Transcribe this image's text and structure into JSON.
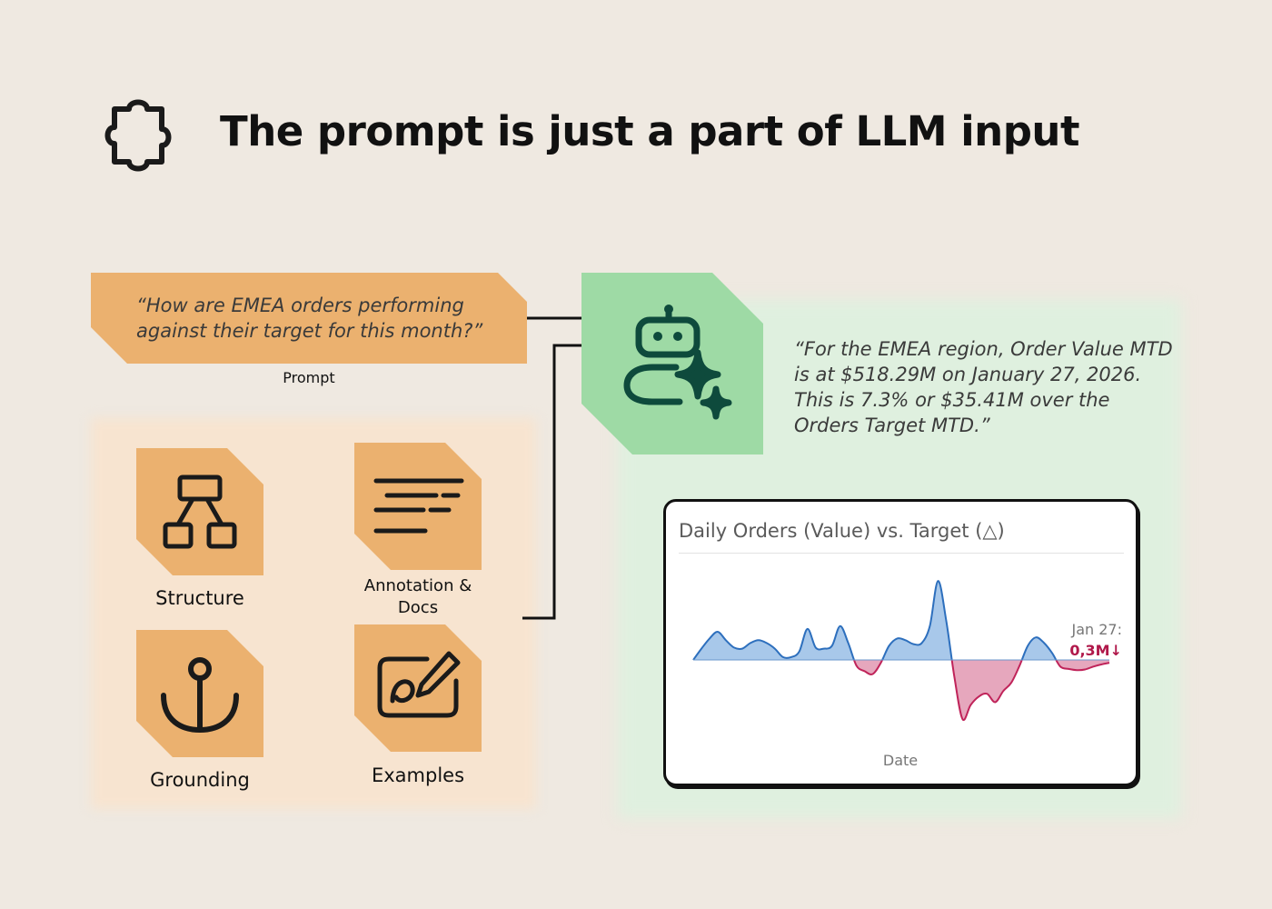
{
  "header": {
    "title": "The prompt is just a part of LLM input",
    "icon": "puzzle-piece-icon"
  },
  "prompt": {
    "text": "“How are EMEA orders performing against their target for this month?”",
    "label": "Prompt"
  },
  "context": {
    "items": [
      {
        "label": "Structure",
        "icon": "hierarchy-icon"
      },
      {
        "label": "Annotation & Docs",
        "icon": "text-lines-icon"
      },
      {
        "label": "Grounding",
        "icon": "anchor-icon"
      },
      {
        "label": "Examples",
        "icon": "pen-on-card-icon"
      }
    ]
  },
  "agent": {
    "icon": "ai-robot-sparkle-icon"
  },
  "response": {
    "text": "“For the EMEA region, Order Value MTD is at $518.29M on January 27, 2026. This is 7.3% or $35.41M over the Orders Target MTD.”"
  },
  "chart_data": {
    "type": "area",
    "title": "Daily Orders (Value) vs. Target (△)",
    "xlabel": "Date",
    "ylabel": "",
    "baseline": 0,
    "ylim": [
      -1.2,
      1.6
    ],
    "x": [
      0,
      1,
      2,
      3,
      4,
      5,
      6,
      7,
      8,
      9,
      10,
      11,
      12,
      13,
      14,
      15,
      16,
      17,
      18,
      19,
      20,
      21,
      22,
      23,
      24,
      25,
      26,
      27,
      28,
      29,
      30,
      31,
      32,
      33,
      34,
      35,
      36,
      37,
      38,
      39,
      40,
      41,
      42,
      43,
      44,
      45,
      46,
      47,
      48,
      49,
      50,
      51
    ],
    "values": [
      0.0,
      0.2,
      0.38,
      0.5,
      0.35,
      0.22,
      0.2,
      0.3,
      0.35,
      0.3,
      0.2,
      0.05,
      0.05,
      0.15,
      0.55,
      0.22,
      0.2,
      0.25,
      0.6,
      0.3,
      -0.1,
      -0.2,
      -0.25,
      -0.05,
      0.25,
      0.38,
      0.35,
      0.28,
      0.3,
      0.6,
      1.4,
      0.7,
      -0.3,
      -1.05,
      -0.8,
      -0.65,
      -0.6,
      -0.75,
      -0.55,
      -0.4,
      -0.1,
      0.25,
      0.4,
      0.3,
      0.12,
      -0.12,
      -0.16,
      -0.18,
      -0.17,
      -0.12,
      -0.08,
      -0.05
    ],
    "colors": {
      "positive_line": "#2d6fbd",
      "positive_fill": "#a8c8ea",
      "negative_line": "#c0245a",
      "negative_fill": "#e6a7bd"
    },
    "annotation": {
      "date": "Jan 27:",
      "value": "0,3M↓",
      "value_color": "#b0184a"
    }
  }
}
